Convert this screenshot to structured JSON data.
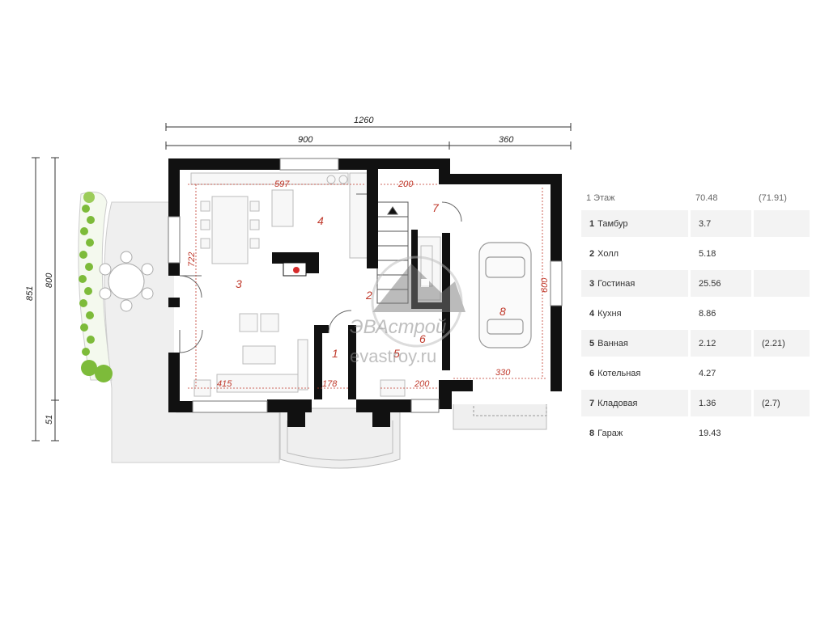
{
  "plan": {
    "dimensions": {
      "total_width": "1260",
      "left_width": "900",
      "right_width": "360",
      "total_depth": "851",
      "house_depth": "800",
      "porch_depth": "51"
    },
    "inner_dimensions": {
      "kitchen_width": "597",
      "stair_width": "200",
      "living_depth": "722",
      "garage_depth": "600",
      "living_bottom": "415",
      "hall_bottom": "178",
      "bath_bottom": "200",
      "garage_bottom": "330"
    },
    "room_numbers": [
      "1",
      "2",
      "3",
      "4",
      "5",
      "6",
      "7",
      "8"
    ],
    "watermark": {
      "brand": "ЭВАстрой",
      "site": "evastroy.ru"
    },
    "colors": {
      "wall": "#111111",
      "dimension_red": "#c0392b",
      "terrace": "#efefef",
      "plants": "#7dbb3a"
    }
  },
  "legend": {
    "header": {
      "floor": "1 Этаж",
      "area": "70.48",
      "area_total": "(71.91)"
    },
    "rooms": [
      {
        "num": "1",
        "name": "Тамбур",
        "area": "3.7",
        "alt": ""
      },
      {
        "num": "2",
        "name": "Холл",
        "area": "5.18",
        "alt": ""
      },
      {
        "num": "3",
        "name": "Гостиная",
        "area": "25.56",
        "alt": ""
      },
      {
        "num": "4",
        "name": "Кухня",
        "area": "8.86",
        "alt": ""
      },
      {
        "num": "5",
        "name": "Ванная",
        "area": "2.12",
        "alt": "(2.21)"
      },
      {
        "num": "6",
        "name": "Котельная",
        "area": "4.27",
        "alt": ""
      },
      {
        "num": "7",
        "name": "Кладовая",
        "area": "1.36",
        "alt": "(2.7)"
      },
      {
        "num": "8",
        "name": "Гараж",
        "area": "19.43",
        "alt": ""
      }
    ]
  }
}
